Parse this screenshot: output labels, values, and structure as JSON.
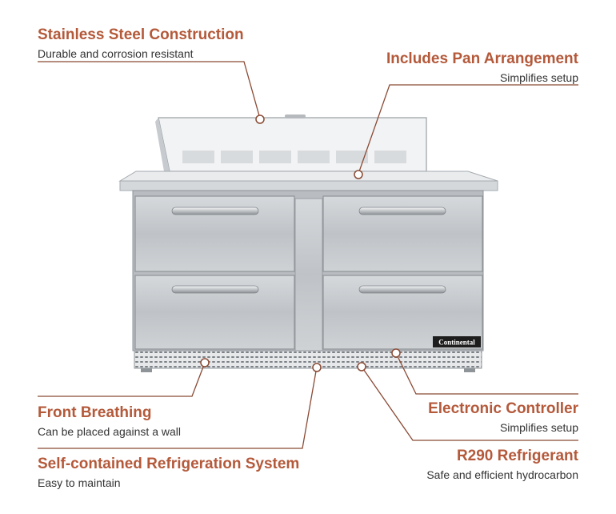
{
  "callouts": {
    "stainless": {
      "title": "Stainless Steel Construction",
      "subtitle": "Durable and corrosion resistant"
    },
    "pan": {
      "title": "Includes Pan Arrangement",
      "subtitle": "Simplifies setup"
    },
    "front_breathing": {
      "title": "Front Breathing",
      "subtitle": "Can be placed against a wall"
    },
    "self_contained": {
      "title": "Self-contained Refrigeration System",
      "subtitle": "Easy to maintain"
    },
    "electronic": {
      "title": "Electronic Controller",
      "subtitle": "Simplifies setup"
    },
    "r290": {
      "title": "R290 Refrigerant",
      "subtitle": "Safe and efficient hydrocarbon"
    }
  },
  "product": {
    "brand_badge": "Continental"
  },
  "colors": {
    "accent": "#b4593a",
    "leader_line": "#8a4a34",
    "steel": "#c9cdd1"
  }
}
